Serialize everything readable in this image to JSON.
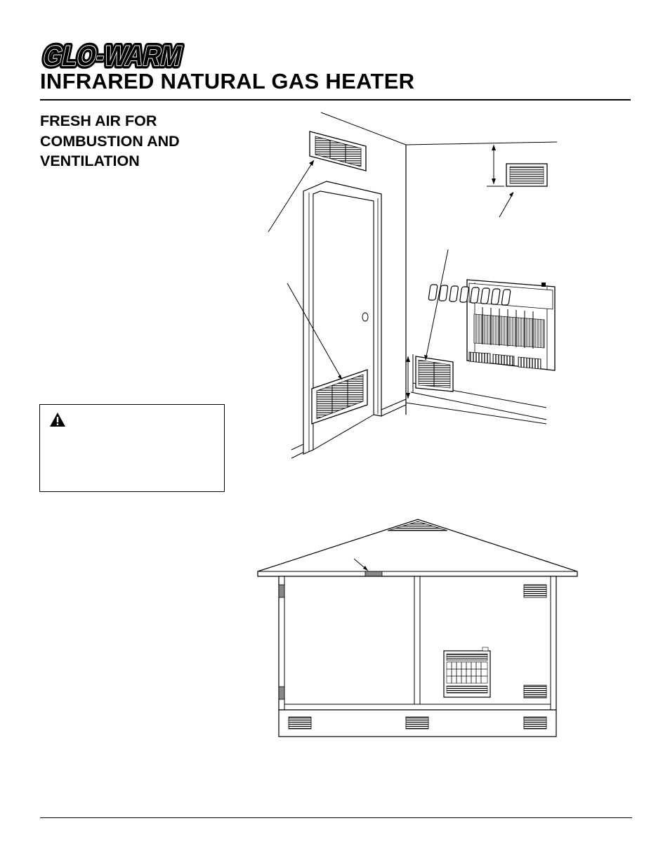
{
  "brand": {
    "logo_text": "GLO-WARM",
    "logo_icon": "glo-warm-logo"
  },
  "document": {
    "title": "INFRARED NATURAL GAS HEATER"
  },
  "section": {
    "title_lines": [
      "FRESH AIR FOR",
      "COMBUSTION AND",
      "VENTILATION"
    ]
  },
  "warning": {
    "icon": "warning-triangle-icon"
  },
  "figures": [
    {
      "name": "room-ventilation-figure",
      "kind": "line-drawing"
    },
    {
      "name": "house-ventilation-figure",
      "kind": "line-drawing"
    }
  ]
}
